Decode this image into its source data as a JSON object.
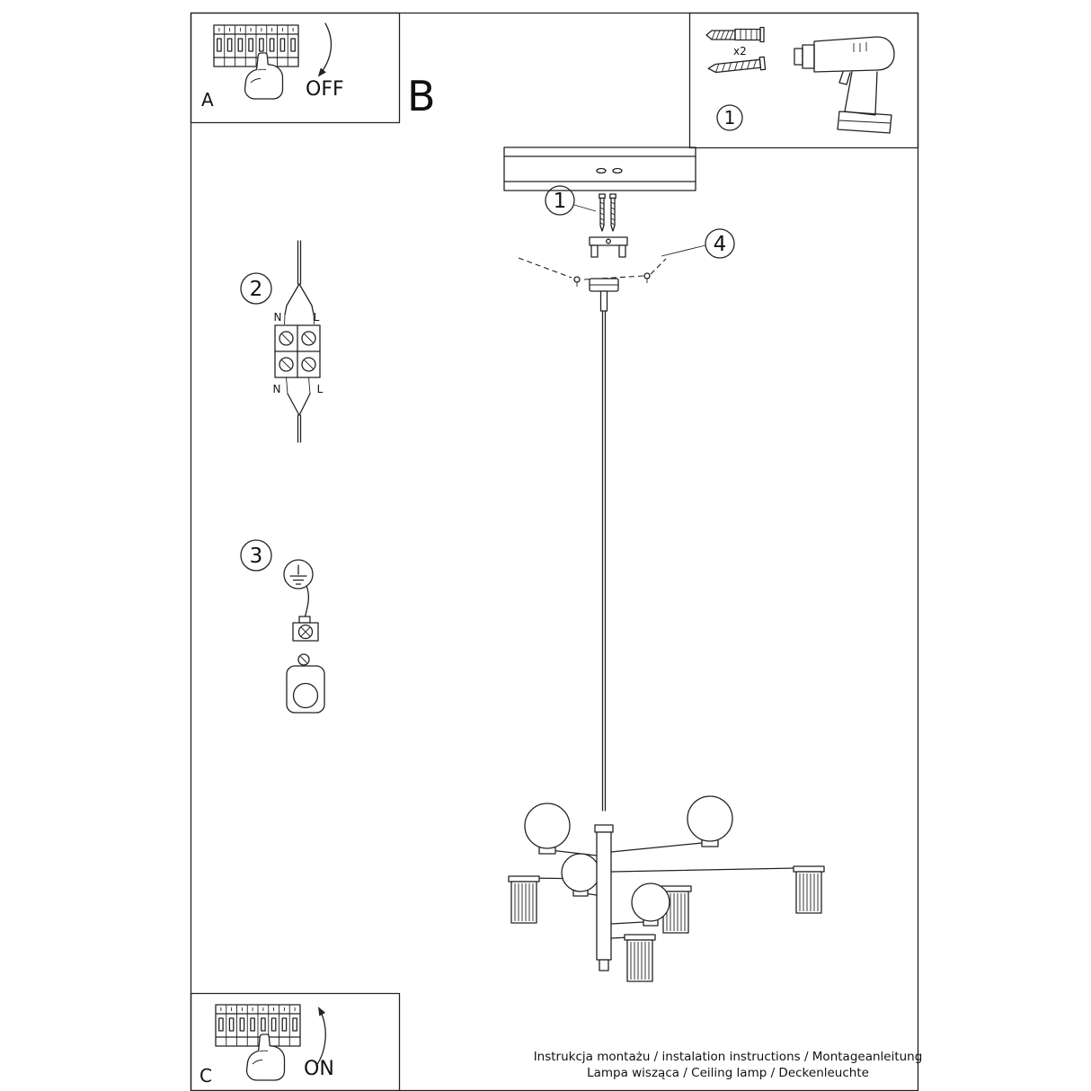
{
  "panel_a": {
    "letter": "A",
    "action_label": "OFF"
  },
  "section_b": {
    "letter": "B"
  },
  "panel_c": {
    "letter": "C",
    "action_label": "ON"
  },
  "hardware": {
    "callout": "1",
    "anchor_quantity": "x2"
  },
  "callouts": {
    "screws": "1",
    "wiring": "2",
    "ground": "3",
    "bracket": "4"
  },
  "wiring": {
    "top_left": "N",
    "top_right": "L",
    "bottom_left": "N",
    "bottom_right": "L"
  },
  "footer": {
    "line1": "Instrukcja montażu / instalation instructions / Montageanleitung",
    "line2": "Lampa wisząca / Ceiling lamp / Deckenleuchte"
  }
}
